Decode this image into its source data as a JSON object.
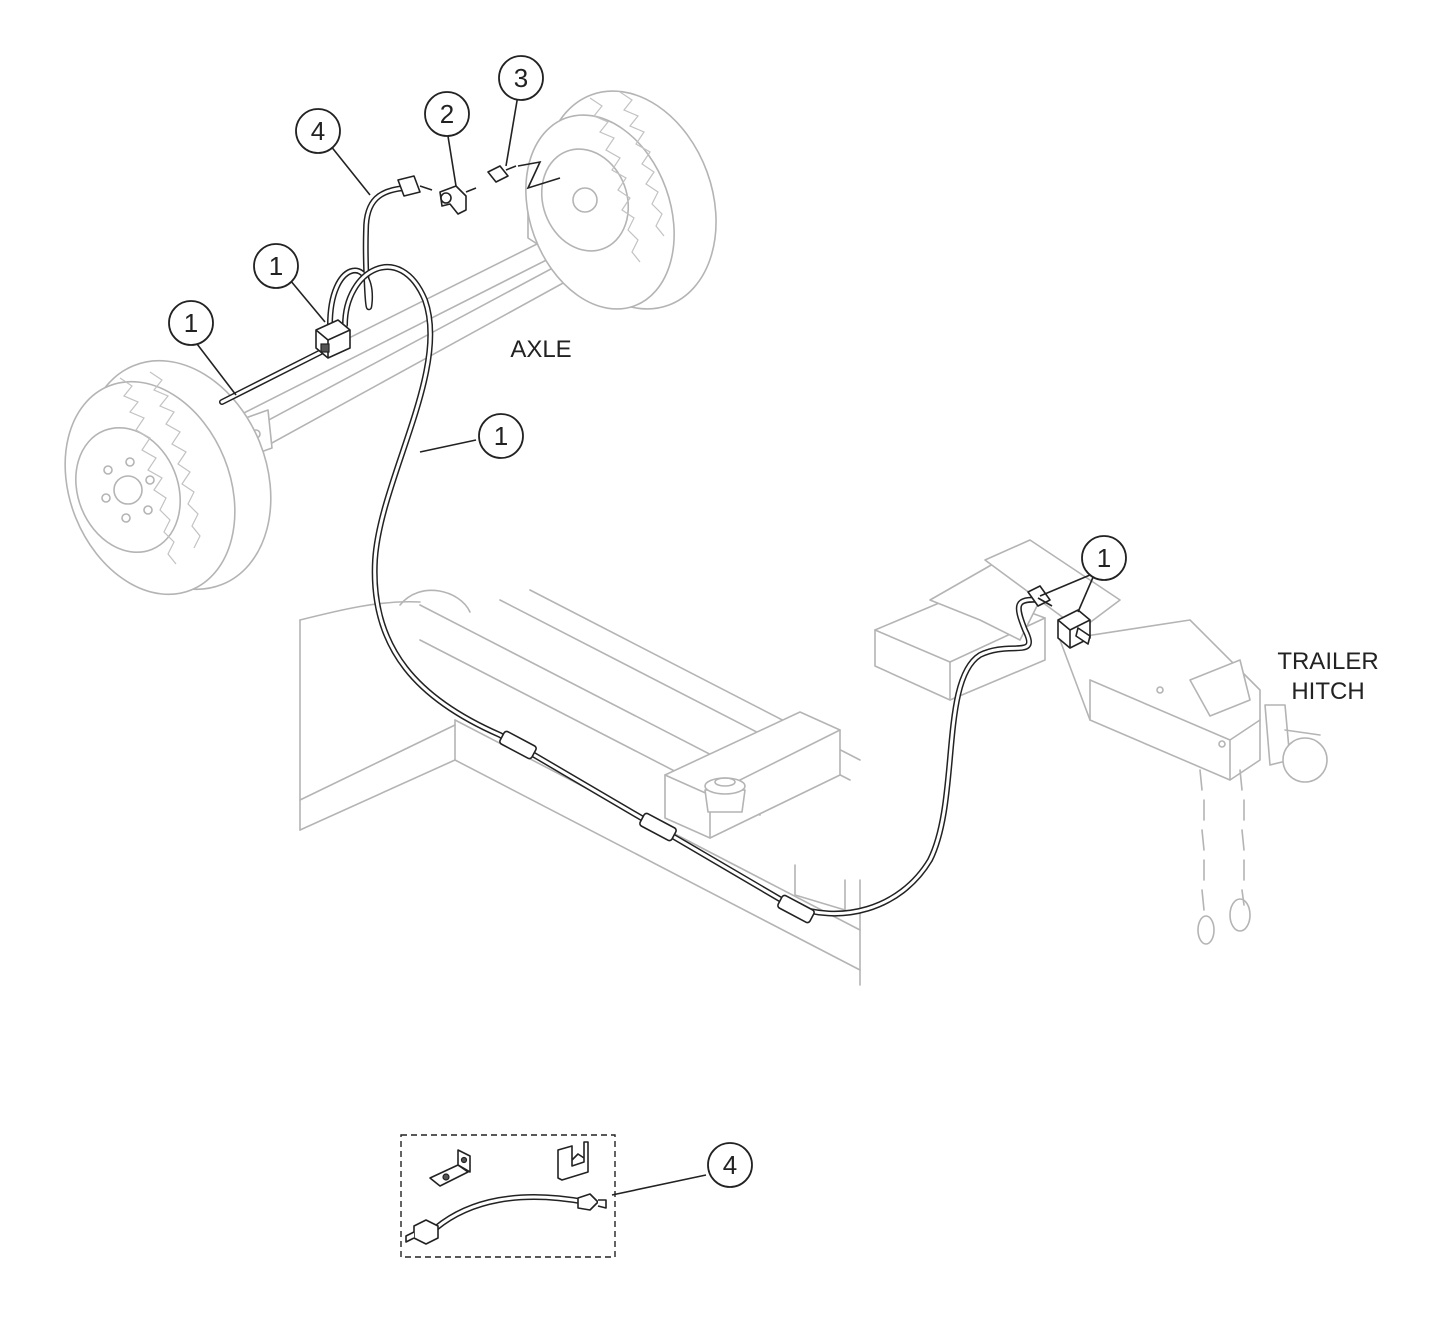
{
  "labels": {
    "axle": "AXLE",
    "trailer_hitch_line1": "TRAILER",
    "trailer_hitch_line2": "HITCH"
  },
  "callouts": {
    "item_1": "1",
    "item_2": "2",
    "item_3": "3",
    "item_4": "4"
  },
  "colors": {
    "linework": "#222222",
    "background_equipment": "#b4b4b4"
  },
  "icons": [
    "hydraulic-hose",
    "tee-fitting",
    "elbow-fitting",
    "adapter-fitting",
    "bracket",
    "hose-kit"
  ]
}
